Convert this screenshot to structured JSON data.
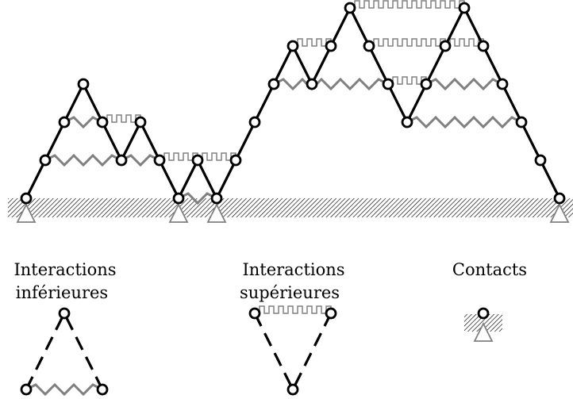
{
  "legend": {
    "lower_title_line1": "Interactions",
    "lower_title_line2": "inférieures",
    "upper_title_line1": "Interactions",
    "upper_title_line2": "supérieures",
    "contacts_title": "Contacts"
  },
  "colors": {
    "chain": "#000000",
    "lower_interaction": "#808080",
    "upper_interaction": "#808080",
    "support": "#808080",
    "node_fill": "#ffffff"
  }
}
